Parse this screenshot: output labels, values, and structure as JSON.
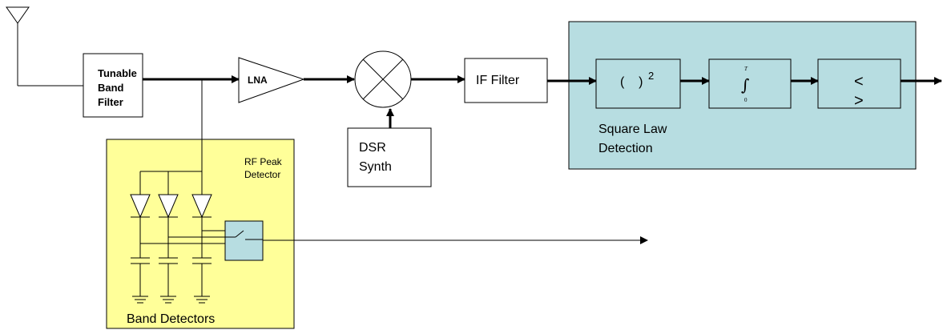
{
  "blocks": {
    "tunable_filter": [
      "Tunable",
      "Band",
      "Filter"
    ],
    "lna": "LNA",
    "dsr_synth": [
      "DSR",
      "Synth"
    ],
    "if_filter": "IF Filter",
    "square_law": [
      "Square Law",
      "Detection"
    ],
    "square_block": {
      "paren": "(    )",
      "exponent": "2"
    },
    "integrator": {
      "symbol": "∫",
      "upper": "T",
      "lower": "0"
    },
    "comparator": [
      "<",
      ">"
    ],
    "rf_peak_detector": [
      "RF Peak",
      "Detector"
    ],
    "band_detectors": "Band Detectors"
  },
  "colors": {
    "detection_bg": "#b7dde1",
    "peak_detector_bg": "#ffff99",
    "switch_bg": "#b7dde1",
    "line": "#000000"
  }
}
